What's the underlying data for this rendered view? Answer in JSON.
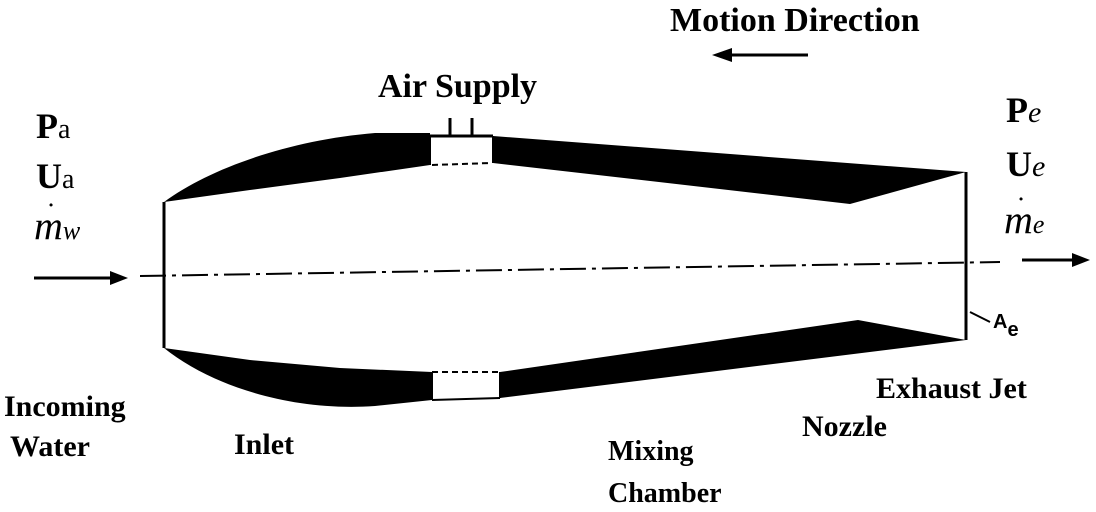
{
  "labels": {
    "motion_direction": "Motion Direction",
    "air_supply": "Air Supply",
    "incoming_water_line1": "Incoming",
    "incoming_water_line2": "Water",
    "inlet": "Inlet",
    "mixing_line1": "Mixing",
    "mixing_line2": "Chamber",
    "nozzle": "Nozzle",
    "exhaust_jet": "Exhaust Jet"
  },
  "inlet_symbols": {
    "pressure": "P",
    "pressure_sub": "a",
    "velocity": "U",
    "velocity_sub": "a",
    "massflow": "m",
    "massflow_sub": "w"
  },
  "exit_symbols": {
    "pressure": "P",
    "pressure_sub": "e",
    "velocity": "U",
    "velocity_sub": "e",
    "massflow": "m",
    "massflow_sub": "e"
  },
  "exit_area": {
    "symbol": "A",
    "sub": "e"
  },
  "colors": {
    "wall": "#000000",
    "background": "#ffffff"
  }
}
